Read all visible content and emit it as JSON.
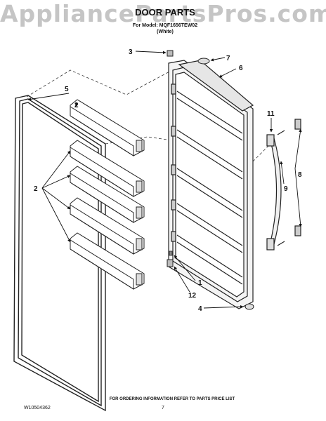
{
  "watermark": "AppliancePartsPros.com",
  "header": {
    "title": "DOOR PARTS",
    "model_line": "For Model: MQF1656TEW02",
    "color_line": "(White)"
  },
  "callouts": {
    "door_bin_label": "2",
    "door_bin_label_bottom": "2",
    "gasket_label": "5",
    "door_screw_label": "3",
    "hinge_cap_label": "7",
    "door_assembly_label": "6",
    "handle_screw_label": "11",
    "handle_end_cap_label": "8",
    "handle_label": "9",
    "bottom_hinge_label": "1",
    "hinge_pin_label": "12",
    "door_stop_label": "4"
  },
  "footer": {
    "part_number": "W10504362",
    "page_number": "7",
    "notice": "FOR ORDERING INFORMATION REFER TO PARTS PRICE LIST"
  }
}
